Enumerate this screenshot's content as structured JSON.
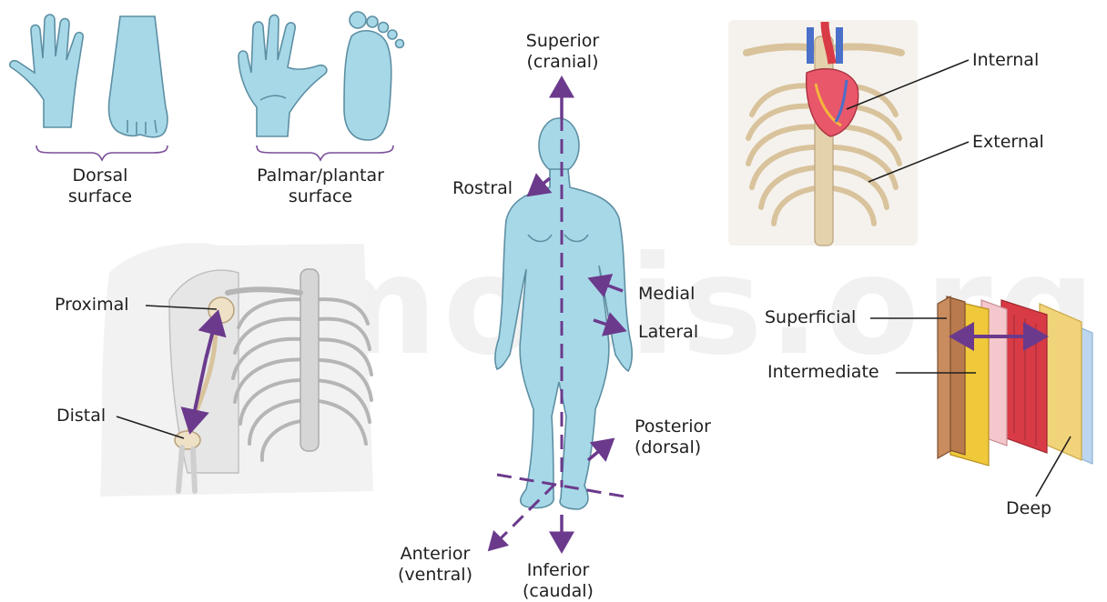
{
  "watermark": "osmosis.org",
  "labels": {
    "dorsal": [
      "Dorsal",
      "surface"
    ],
    "palmar": [
      "Palmar/plantar",
      "surface"
    ],
    "superior": [
      "Superior",
      "(cranial)"
    ],
    "rostral": "Rostral",
    "medial": "Medial",
    "lateral": "Lateral",
    "posterior": [
      "Posterior",
      "(dorsal)"
    ],
    "anterior": [
      "Anterior",
      "(ventral)"
    ],
    "inferior": [
      "Inferior",
      "(caudal)"
    ],
    "proximal": "Proximal",
    "distal": "Distal",
    "internal": "Internal",
    "external": "External",
    "superficial": "Superficial",
    "intermediate": "Intermediate",
    "deep": "Deep"
  },
  "colors": {
    "arrow": "#6b3a8c",
    "skin": "#a7d8e8",
    "skin_outline": "#5d8fa3",
    "bone": "#efe1c6",
    "bone_outline": "#b9a37f",
    "muscle": "#d83b45",
    "fat": "#efc93a",
    "dermis": "#b97a4e",
    "bracket": "#7b4f9a"
  }
}
